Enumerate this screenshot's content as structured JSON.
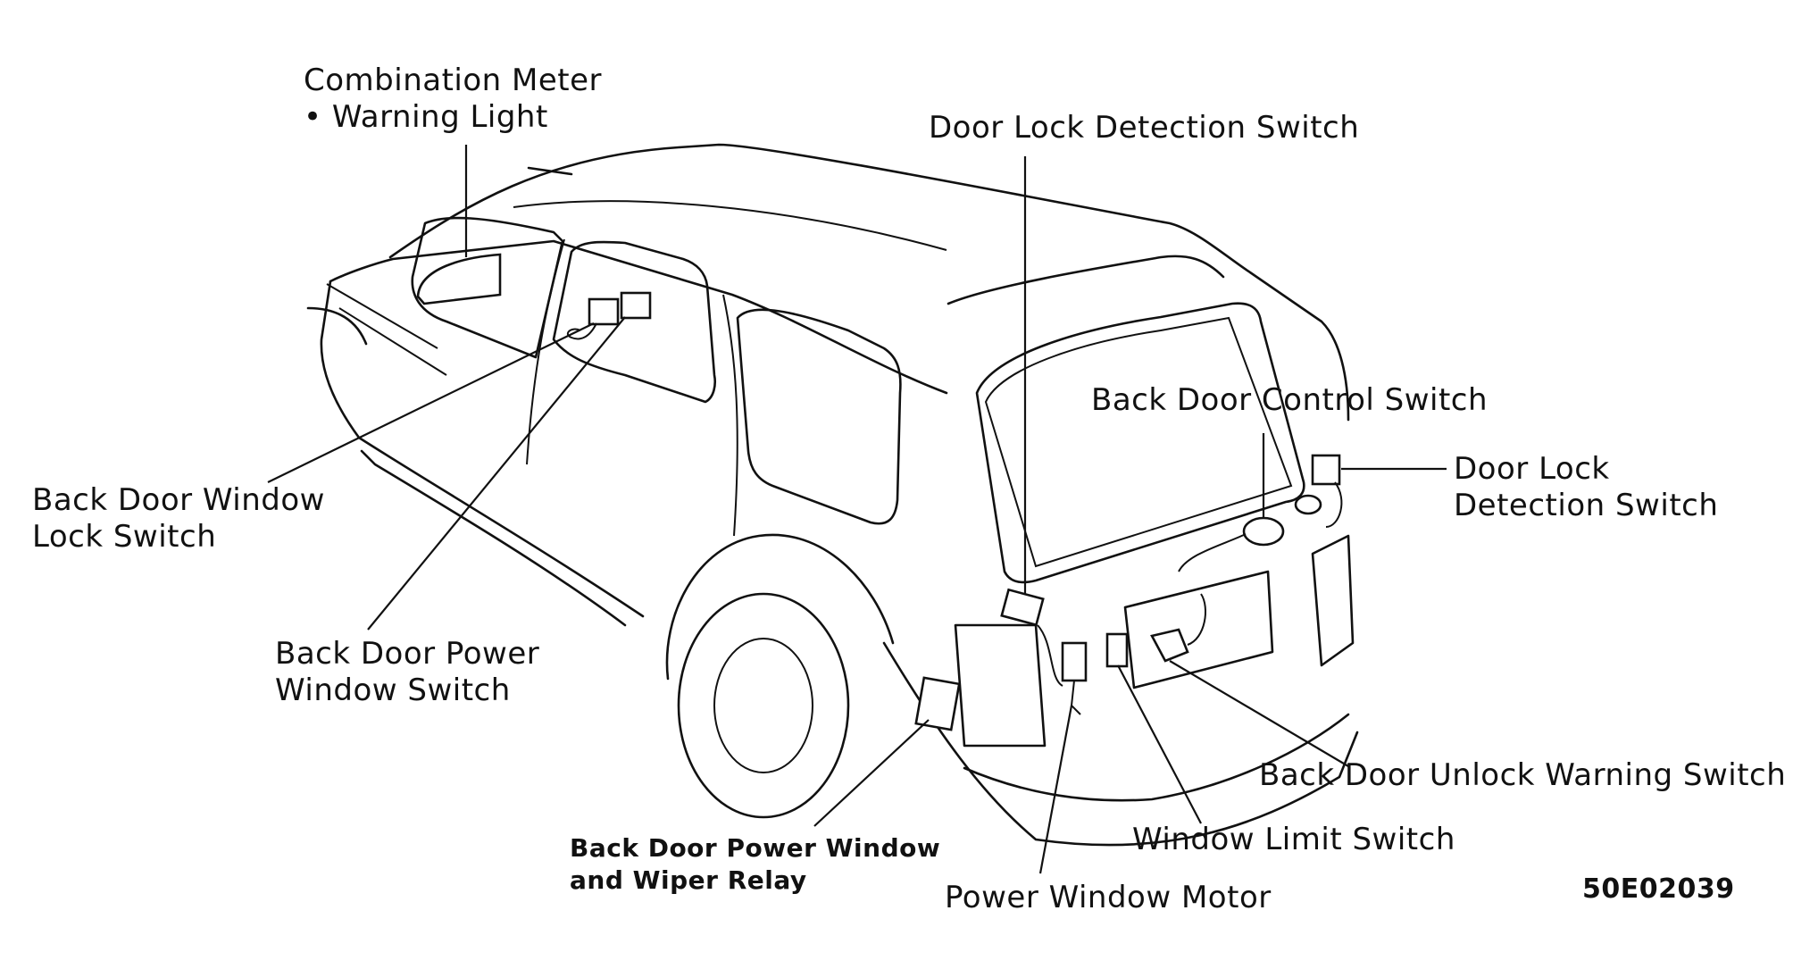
{
  "figure_code": "50E02039",
  "labels": {
    "combination_meter": [
      "Combination Meter",
      "• Warning Light"
    ],
    "door_lock_detection_top": [
      "Door Lock Detection Switch"
    ],
    "back_door_control_switch": [
      "Back Door Control Switch"
    ],
    "door_lock_detection_right": [
      "Door Lock",
      "Detection Switch"
    ],
    "back_door_window_lock_switch": [
      "Back Door Window",
      "Lock Switch"
    ],
    "back_door_power_window_switch": [
      "Back Door Power",
      "Window Switch"
    ],
    "back_door_unlock_warning_switch": [
      "Back Door Unlock Warning Switch"
    ],
    "window_limit_switch": [
      "Window Limit Switch"
    ],
    "back_door_power_window_wiper_relay": [
      "Back Door Power Window",
      "and Wiper Relay"
    ],
    "power_window_motor": [
      "Power Window Motor"
    ]
  }
}
